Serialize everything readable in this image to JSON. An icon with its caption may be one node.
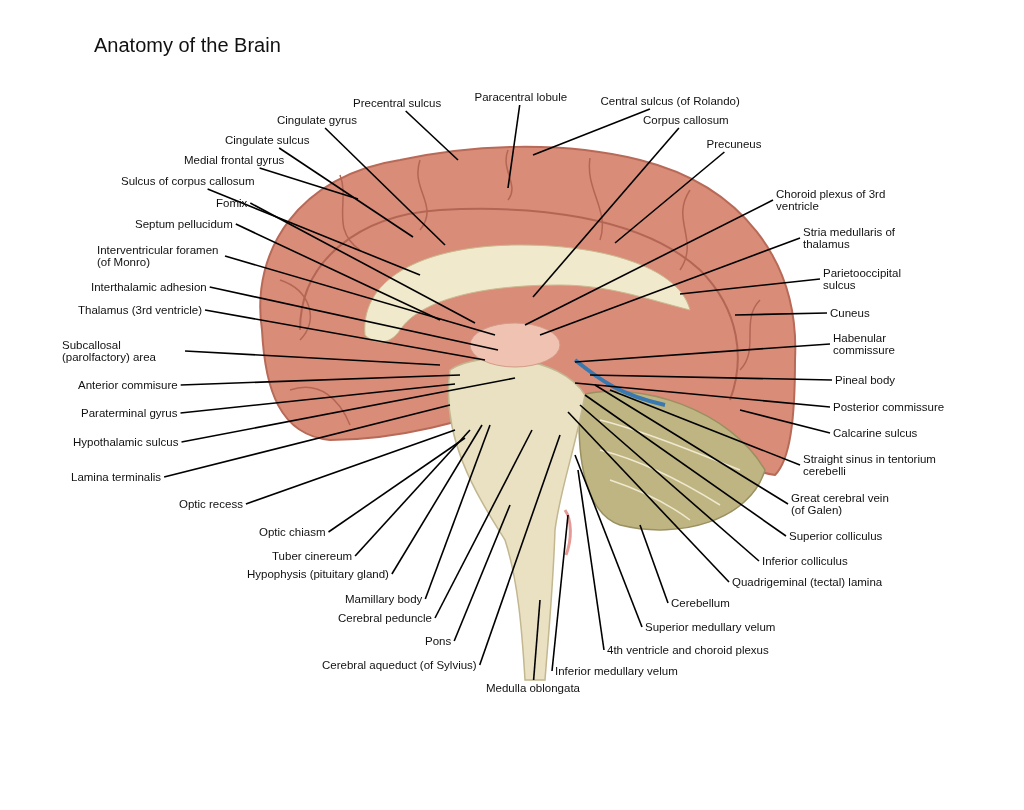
{
  "diagram": {
    "title": "Anatomy of the Brain",
    "nodes": [
      {
        "text": [
          "Precentral sulcus"
        ]
      },
      {
        "text": [
          "Paracentral lobule"
        ]
      },
      {
        "text": [
          "Central sulcus (of Rolando)"
        ]
      },
      {
        "text": [
          "Cingulate gyrus"
        ]
      },
      {
        "text": [
          "Corpus callosum"
        ]
      },
      {
        "text": [
          "Cingulate sulcus"
        ]
      },
      {
        "text": [
          "Precuneus"
        ]
      },
      {
        "text": [
          "Medial frontal gyrus"
        ]
      },
      {
        "text": [
          "Sulcus of corpus callosum"
        ]
      },
      {
        "text": [
          "Fomix"
        ]
      },
      {
        "text": [
          "Septum pellucidum"
        ]
      },
      {
        "text": [
          "Interventricular foramen (of Monro)"
        ]
      },
      {
        "text": [
          "Interthalamic adhesion"
        ]
      },
      {
        "text": [
          "Thalamus (3rd ventricle)"
        ]
      },
      {
        "text": [
          "Subcallosal (parolfactory) area"
        ]
      },
      {
        "text": [
          "Anterior commisure"
        ]
      },
      {
        "text": [
          "Paraterminal gyrus"
        ]
      },
      {
        "text": [
          "Hypothalamic sulcus"
        ]
      },
      {
        "text": [
          "Lamina terminalis"
        ]
      },
      {
        "text": [
          "Optic recess"
        ]
      },
      {
        "text": [
          "Optic chiasm"
        ]
      },
      {
        "text": [
          "Tuber cinereum"
        ]
      },
      {
        "text": [
          "Hypophysis (pituitary gland)"
        ]
      },
      {
        "text": [
          "Mamillary body"
        ]
      },
      {
        "text": [
          "Cerebral peduncle"
        ]
      },
      {
        "text": [
          "Pons"
        ]
      },
      {
        "text": [
          "Cerebral aqueduct (of Sylvius)"
        ]
      },
      {
        "text": [
          "Medulla oblongata"
        ]
      },
      {
        "text": [
          "Inferior medullary velum"
        ]
      },
      {
        "text": [
          "4th ventricle and choroid plexus"
        ]
      },
      {
        "text": [
          "Superior medullary velum"
        ]
      },
      {
        "text": [
          "Cerebellum"
        ]
      },
      {
        "text": [
          "Quadrigeminal (tectal) lamina"
        ]
      },
      {
        "text": [
          "Inferior colliculus"
        ]
      },
      {
        "text": [
          "Superior colliculus"
        ]
      },
      {
        "text": [
          "Great cerebral vein (of Galen)"
        ]
      },
      {
        "text": [
          "Straight sinus in tentorium cerebelli"
        ]
      },
      {
        "text": [
          "Calcarine sulcus"
        ]
      },
      {
        "text": [
          "Posterior commissure"
        ]
      },
      {
        "text": [
          "Pineal body"
        ]
      },
      {
        "text": [
          "Habenular commissure"
        ]
      },
      {
        "text": [
          "Cuneus"
        ]
      },
      {
        "text": [
          "Parietooccipital sulcus"
        ]
      },
      {
        "text": [
          "Stria medullaris of thalamus"
        ]
      },
      {
        "text": [
          "Choroid plexus of 3rd ventricle"
        ]
      }
    ],
    "edges": [
      {
        "from": 0,
        "to": null,
        "arrow": "none"
      },
      {
        "from": 1,
        "to": null,
        "arrow": "none"
      },
      {
        "from": 2,
        "to": null,
        "arrow": "none"
      },
      {
        "from": 3,
        "to": null,
        "arrow": "none"
      },
      {
        "from": 4,
        "to": null,
        "arrow": "none"
      },
      {
        "from": 5,
        "to": null,
        "arrow": "none"
      },
      {
        "from": 6,
        "to": null,
        "arrow": "none"
      },
      {
        "from": 7,
        "to": null,
        "arrow": "none"
      },
      {
        "from": 8,
        "to": null,
        "arrow": "none"
      },
      {
        "from": 9,
        "to": null,
        "arrow": "none"
      },
      {
        "from": 10,
        "to": null,
        "arrow": "none"
      },
      {
        "from": 11,
        "to": null,
        "arrow": "none"
      },
      {
        "from": 12,
        "to": null,
        "arrow": "none"
      },
      {
        "from": 13,
        "to": null,
        "arrow": "none"
      },
      {
        "from": 14,
        "to": null,
        "arrow": "none"
      },
      {
        "from": 15,
        "to": null,
        "arrow": "none"
      },
      {
        "from": 16,
        "to": null,
        "arrow": "none"
      },
      {
        "from": 17,
        "to": null,
        "arrow": "none"
      },
      {
        "from": 18,
        "to": null,
        "arrow": "none"
      },
      {
        "from": 19,
        "to": null,
        "arrow": "none"
      },
      {
        "from": 20,
        "to": null,
        "arrow": "none"
      },
      {
        "from": 21,
        "to": null,
        "arrow": "none"
      },
      {
        "from": 22,
        "to": null,
        "arrow": "none"
      },
      {
        "from": 23,
        "to": null,
        "arrow": "none"
      },
      {
        "from": 24,
        "to": null,
        "arrow": "none"
      },
      {
        "from": 25,
        "to": null,
        "arrow": "none"
      },
      {
        "from": 26,
        "to": null,
        "arrow": "none"
      },
      {
        "from": 27,
        "to": null,
        "arrow": "none"
      },
      {
        "from": 28,
        "to": null,
        "arrow": "none"
      },
      {
        "from": 29,
        "to": null,
        "arrow": "none"
      },
      {
        "from": 30,
        "to": null,
        "arrow": "none"
      },
      {
        "from": 31,
        "to": null,
        "arrow": "none"
      },
      {
        "from": 32,
        "to": null,
        "arrow": "none"
      },
      {
        "from": 33,
        "to": null,
        "arrow": "none"
      },
      {
        "from": 34,
        "to": null,
        "arrow": "none"
      },
      {
        "from": 35,
        "to": null,
        "arrow": "none"
      },
      {
        "from": 36,
        "to": null,
        "arrow": "none"
      },
      {
        "from": 37,
        "to": null,
        "arrow": "none"
      },
      {
        "from": 38,
        "to": null,
        "arrow": "none"
      },
      {
        "from": 39,
        "to": null,
        "arrow": "none"
      },
      {
        "from": 40,
        "to": null,
        "arrow": "none"
      },
      {
        "from": 41,
        "to": null,
        "arrow": "none"
      },
      {
        "from": 42,
        "to": null,
        "arrow": "none"
      },
      {
        "from": 43,
        "to": null,
        "arrow": "none"
      },
      {
        "from": 44,
        "to": null,
        "arrow": "none"
      }
    ]
  }
}
